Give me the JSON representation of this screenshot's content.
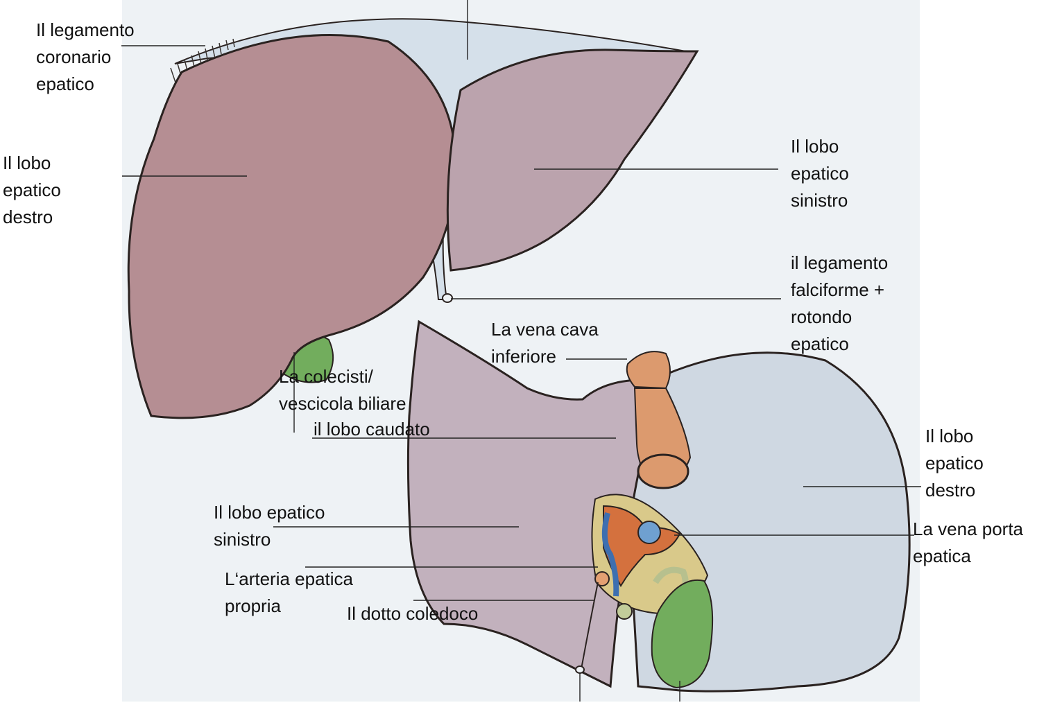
{
  "colors": {
    "background": "#ffffff",
    "paper": "#eef2f5",
    "liver_front": "#b58e93",
    "liver_left": "#bba3ad",
    "liver_under": "#cfd8e2",
    "gallbladder": "#72ad5d",
    "vena_cava": "#dc9a6e",
    "portal_vein": "#d4713e",
    "artery": "#3e6fb0",
    "outline": "#2a2220",
    "leader": "#222222",
    "text": "#111111"
  },
  "labels": {
    "coronary_ligament": "Il legamento\ncoronario\nepatico",
    "right_lobe_front": "Il lobo\nepatico\ndestro",
    "left_lobe_front": "Il lobo\nepatico\nsinistro",
    "falciform_ligament": "il legamento\nfalciforme +\nrotondo\nepatico",
    "vena_cava": "La vena cava\ninferiore",
    "gallbladder": "La colecisti/\nvescicola biliare",
    "caudate_lobe": "il lobo caudato",
    "right_lobe_under": "Il lobo\nepatico\ndestro",
    "left_lobe_under": "Il lobo epatico\nsinistro",
    "portal_vein": "La vena porta\nepatica",
    "hepatic_artery": "L‘arteria epatica\npropria",
    "bile_duct": "Il dotto coledoco"
  }
}
